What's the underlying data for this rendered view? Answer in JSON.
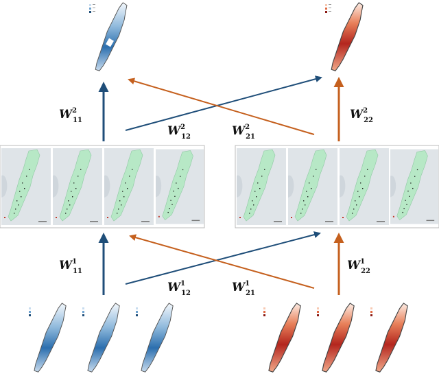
{
  "colors": {
    "blue": "#1f4e79",
    "orange": "#c5601e",
    "map_bg": "#dfe4e8",
    "manhattan_green": "#b7e8c6",
    "water": "#cfd6dc"
  },
  "labels": {
    "top_w11": "W",
    "top_w11_sub": "11",
    "top_w11_sup": "2",
    "top_w12": "W",
    "top_w12_sub": "12",
    "top_w12_sup": "2",
    "top_w21": "W",
    "top_w21_sub": "21",
    "top_w21_sup": "2",
    "top_w22": "W",
    "top_w22_sub": "22",
    "top_w22_sup": "2",
    "bot_w11": "W",
    "bot_w11_sub": "11",
    "bot_w11_sup": "1",
    "bot_w12": "W",
    "bot_w12_sub": "12",
    "bot_w12_sup": "1",
    "bot_w21": "W",
    "bot_w21_sub": "21",
    "bot_w21_sup": "1",
    "bot_w22": "W",
    "bot_w22_sub": "22",
    "bot_w22_sup": "1"
  }
}
